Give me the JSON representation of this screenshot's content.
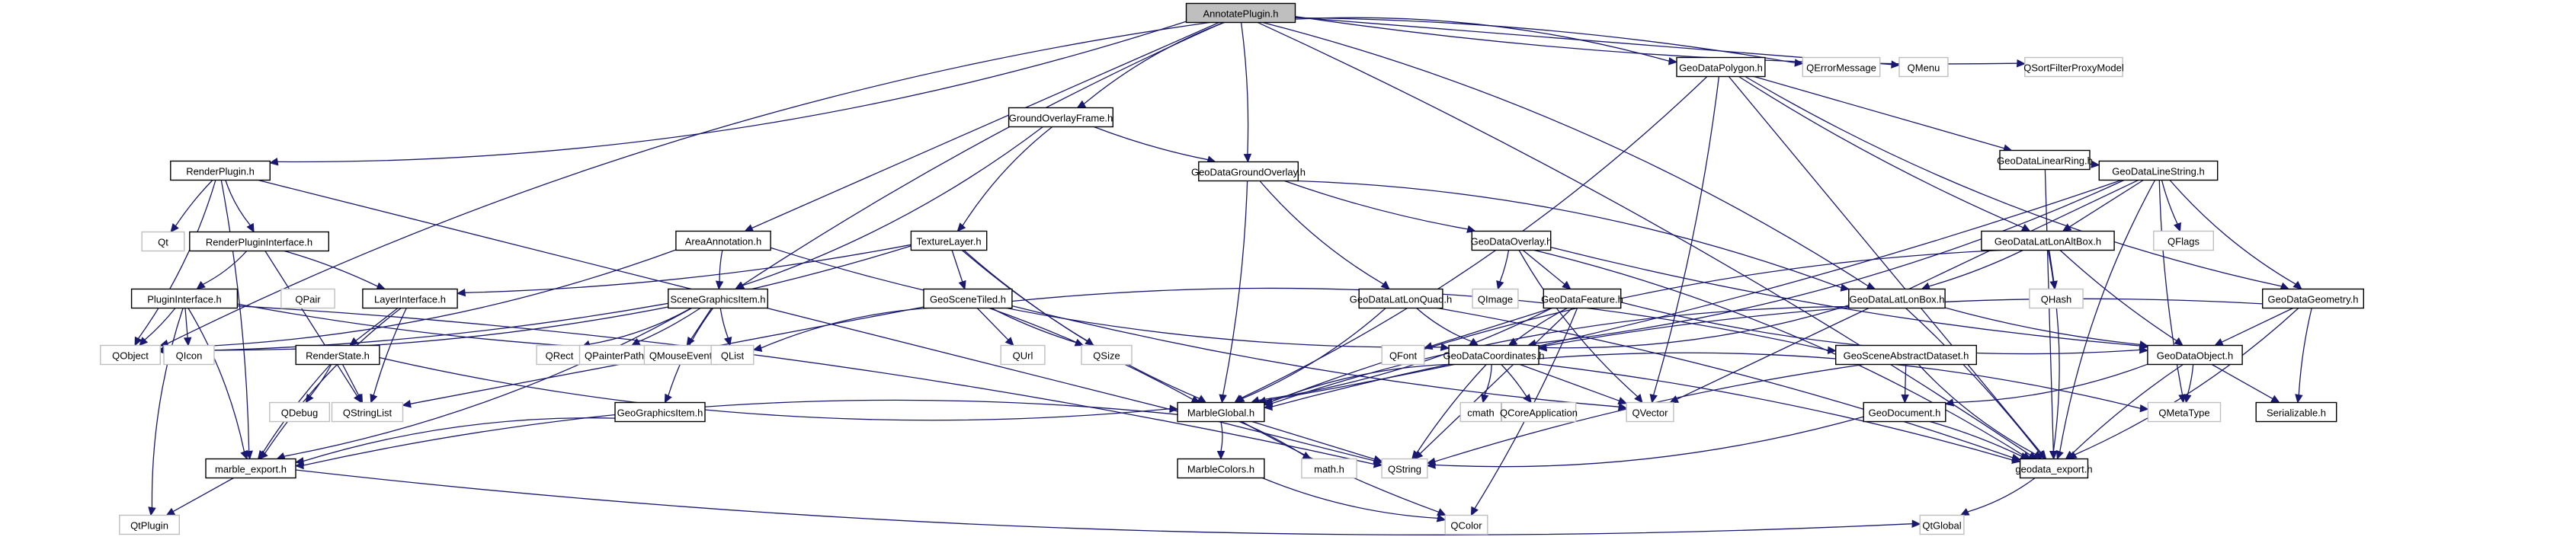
{
  "diagram": {
    "title": "AnnotatePlugin.h include dependency graph",
    "colors": {
      "edge": "#191970",
      "local_border": "#000000",
      "external_border": "#bfbfbf",
      "root_fill": "#bfbfbf"
    },
    "nodes": [
      {
        "id": "AnnotatePlugin",
        "label": "AnnotatePlugin.h",
        "kind": "root"
      },
      {
        "id": "GeoDataPolygon",
        "label": "GeoDataPolygon.h",
        "kind": "local"
      },
      {
        "id": "QErrorMessage",
        "label": "QErrorMessage",
        "kind": "external"
      },
      {
        "id": "QMenu",
        "label": "QMenu",
        "kind": "external"
      },
      {
        "id": "QSortFilterProxyModel",
        "label": "QSortFilterProxyModel",
        "kind": "external"
      },
      {
        "id": "GroundOverlayFrame",
        "label": "GroundOverlayFrame.h",
        "kind": "local"
      },
      {
        "id": "GeoDataLinearRing",
        "label": "GeoDataLinearRing.h",
        "kind": "local"
      },
      {
        "id": "RenderPlugin",
        "label": "RenderPlugin.h",
        "kind": "local"
      },
      {
        "id": "GeoDataGroundOverlay",
        "label": "GeoDataGroundOverlay.h",
        "kind": "local"
      },
      {
        "id": "GeoDataLineString",
        "label": "GeoDataLineString.h",
        "kind": "local"
      },
      {
        "id": "Qt",
        "label": "Qt",
        "kind": "external"
      },
      {
        "id": "RenderPluginInterface",
        "label": "RenderPluginInterface.h",
        "kind": "local"
      },
      {
        "id": "AreaAnnotation",
        "label": "AreaAnnotation.h",
        "kind": "local"
      },
      {
        "id": "TextureLayer",
        "label": "TextureLayer.h",
        "kind": "local"
      },
      {
        "id": "GeoDataOverlay",
        "label": "GeoDataOverlay.h",
        "kind": "local"
      },
      {
        "id": "GeoDataLatLonAltBox",
        "label": "GeoDataLatLonAltBox.h",
        "kind": "local"
      },
      {
        "id": "QFlags",
        "label": "QFlags",
        "kind": "external"
      },
      {
        "id": "PluginInterface",
        "label": "PluginInterface.h",
        "kind": "local"
      },
      {
        "id": "QPair",
        "label": "QPair",
        "kind": "external"
      },
      {
        "id": "LayerInterface",
        "label": "LayerInterface.h",
        "kind": "local"
      },
      {
        "id": "SceneGraphicsItem",
        "label": "SceneGraphicsItem.h",
        "kind": "local"
      },
      {
        "id": "GeoSceneTiled",
        "label": "GeoSceneTiled.h",
        "kind": "local"
      },
      {
        "id": "GeoDataLatLonQuad",
        "label": "GeoDataLatLonQuad.h",
        "kind": "local"
      },
      {
        "id": "QImage",
        "label": "QImage",
        "kind": "external"
      },
      {
        "id": "GeoDataFeature",
        "label": "GeoDataFeature.h",
        "kind": "local"
      },
      {
        "id": "GeoDataLatLonBox",
        "label": "GeoDataLatLonBox.h",
        "kind": "local"
      },
      {
        "id": "QHash",
        "label": "QHash",
        "kind": "external"
      },
      {
        "id": "GeoDataGeometry",
        "label": "GeoDataGeometry.h",
        "kind": "local"
      },
      {
        "id": "QObject",
        "label": "QObject",
        "kind": "external"
      },
      {
        "id": "QIcon",
        "label": "QIcon",
        "kind": "external"
      },
      {
        "id": "RenderState",
        "label": "RenderState.h",
        "kind": "local"
      },
      {
        "id": "QRect",
        "label": "QRect",
        "kind": "external"
      },
      {
        "id": "QPainterPath",
        "label": "QPainterPath",
        "kind": "external"
      },
      {
        "id": "QMouseEvent",
        "label": "QMouseEvent",
        "kind": "external"
      },
      {
        "id": "QList",
        "label": "QList",
        "kind": "external"
      },
      {
        "id": "QUrl",
        "label": "QUrl",
        "kind": "external"
      },
      {
        "id": "QSize",
        "label": "QSize",
        "kind": "external"
      },
      {
        "id": "QFont",
        "label": "QFont",
        "kind": "external"
      },
      {
        "id": "GeoDataCoordinates",
        "label": "GeoDataCoordinates.h",
        "kind": "local"
      },
      {
        "id": "GeoSceneAbstractDataset",
        "label": "GeoSceneAbstractDataset.h",
        "kind": "local"
      },
      {
        "id": "GeoDataObject",
        "label": "GeoDataObject.h",
        "kind": "local"
      },
      {
        "id": "QDebug",
        "label": "QDebug",
        "kind": "external"
      },
      {
        "id": "QStringList",
        "label": "QStringList",
        "kind": "external"
      },
      {
        "id": "GeoGraphicsItem",
        "label": "GeoGraphicsItem.h",
        "kind": "local"
      },
      {
        "id": "MarbleGlobal",
        "label": "MarbleGlobal.h",
        "kind": "local"
      },
      {
        "id": "cmath",
        "label": "cmath",
        "kind": "external"
      },
      {
        "id": "QCoreApplication",
        "label": "QCoreApplication",
        "kind": "external"
      },
      {
        "id": "QVector",
        "label": "QVector",
        "kind": "external"
      },
      {
        "id": "GeoDocument",
        "label": "GeoDocument.h",
        "kind": "local"
      },
      {
        "id": "QMetaType",
        "label": "QMetaType",
        "kind": "external"
      },
      {
        "id": "Serializable",
        "label": "Serializable.h",
        "kind": "local"
      },
      {
        "id": "marble_export",
        "label": "marble_export.h",
        "kind": "local"
      },
      {
        "id": "MarbleColors",
        "label": "MarbleColors.h",
        "kind": "local"
      },
      {
        "id": "mathh",
        "label": "math.h",
        "kind": "external"
      },
      {
        "id": "QString",
        "label": "QString",
        "kind": "external"
      },
      {
        "id": "geodata_export",
        "label": "geodata_export.h",
        "kind": "local"
      },
      {
        "id": "QtPlugin",
        "label": "QtPlugin",
        "kind": "external"
      },
      {
        "id": "QColor",
        "label": "QColor",
        "kind": "external"
      },
      {
        "id": "QtGlobal",
        "label": "QtGlobal",
        "kind": "external"
      }
    ],
    "edges": [
      [
        "AnnotatePlugin",
        "GeoDataPolygon"
      ],
      [
        "AnnotatePlugin",
        "QErrorMessage"
      ],
      [
        "AnnotatePlugin",
        "QMenu"
      ],
      [
        "AnnotatePlugin",
        "QSortFilterProxyModel"
      ],
      [
        "AnnotatePlugin",
        "GroundOverlayFrame"
      ],
      [
        "AnnotatePlugin",
        "RenderPlugin"
      ],
      [
        "AnnotatePlugin",
        "GeoDataGroundOverlay"
      ],
      [
        "AnnotatePlugin",
        "AreaAnnotation"
      ],
      [
        "AnnotatePlugin",
        "SceneGraphicsItem"
      ],
      [
        "AnnotatePlugin",
        "QObject"
      ],
      [
        "AnnotatePlugin",
        "GeoDataLatLonBox"
      ],
      [
        "AnnotatePlugin",
        "geodata_export"
      ],
      [
        "GeoDataPolygon",
        "GeoDataLinearRing"
      ],
      [
        "GeoDataPolygon",
        "GeoDataLatLonAltBox"
      ],
      [
        "GeoDataPolygon",
        "GeoDataGeometry"
      ],
      [
        "GeoDataPolygon",
        "MarbleGlobal"
      ],
      [
        "GeoDataPolygon",
        "QVector"
      ],
      [
        "GeoDataPolygon",
        "geodata_export"
      ],
      [
        "GroundOverlayFrame",
        "GeoDataGroundOverlay"
      ],
      [
        "GroundOverlayFrame",
        "TextureLayer"
      ],
      [
        "GroundOverlayFrame",
        "SceneGraphicsItem"
      ],
      [
        "GeoDataLinearRing",
        "GeoDataLineString"
      ],
      [
        "GeoDataLinearRing",
        "geodata_export"
      ],
      [
        "RenderPlugin",
        "Qt"
      ],
      [
        "RenderPlugin",
        "RenderPluginInterface"
      ],
      [
        "RenderPlugin",
        "QObject"
      ],
      [
        "RenderPlugin",
        "marble_export"
      ],
      [
        "RenderPlugin",
        "QString"
      ],
      [
        "GeoDataGroundOverlay",
        "GeoDataOverlay"
      ],
      [
        "GeoDataGroundOverlay",
        "GeoDataLatLonQuad"
      ],
      [
        "GeoDataGroundOverlay",
        "GeoDataLatLonBox"
      ],
      [
        "GeoDataGroundOverlay",
        "MarbleGlobal"
      ],
      [
        "GeoDataLineString",
        "GeoDataLatLonAltBox"
      ],
      [
        "GeoDataLineString",
        "QFlags"
      ],
      [
        "GeoDataLineString",
        "GeoDataGeometry"
      ],
      [
        "GeoDataLineString",
        "GeoDataCoordinates"
      ],
      [
        "GeoDataLineString",
        "MarbleGlobal"
      ],
      [
        "GeoDataLineString",
        "QVector"
      ],
      [
        "GeoDataLineString",
        "QMetaType"
      ],
      [
        "GeoDataLineString",
        "geodata_export"
      ],
      [
        "RenderPluginInterface",
        "PluginInterface"
      ],
      [
        "RenderPluginInterface",
        "LayerInterface"
      ],
      [
        "RenderPluginInterface",
        "QStringList"
      ],
      [
        "AreaAnnotation",
        "SceneGraphicsItem"
      ],
      [
        "AreaAnnotation",
        "GeoDataCoordinates"
      ],
      [
        "AreaAnnotation",
        "QObject"
      ],
      [
        "TextureLayer",
        "LayerInterface"
      ],
      [
        "TextureLayer",
        "GeoSceneTiled"
      ],
      [
        "TextureLayer",
        "QSize"
      ],
      [
        "TextureLayer",
        "MarbleGlobal"
      ],
      [
        "TextureLayer",
        "QObject"
      ],
      [
        "GeoDataOverlay",
        "QImage"
      ],
      [
        "GeoDataOverlay",
        "GeoDataFeature"
      ],
      [
        "GeoDataOverlay",
        "GeoDataObject"
      ],
      [
        "GeoDataOverlay",
        "QVector"
      ],
      [
        "GeoDataOverlay",
        "geodata_export"
      ],
      [
        "GeoDataLatLonAltBox",
        "GeoDataLatLonBox"
      ],
      [
        "GeoDataLatLonAltBox",
        "QHash"
      ],
      [
        "GeoDataLatLonAltBox",
        "GeoDataObject"
      ],
      [
        "GeoDataLatLonAltBox",
        "MarbleGlobal"
      ],
      [
        "GeoDataLatLonAltBox",
        "geodata_export"
      ],
      [
        "PluginInterface",
        "QObject"
      ],
      [
        "PluginInterface",
        "QIcon"
      ],
      [
        "PluginInterface",
        "QList"
      ],
      [
        "PluginInterface",
        "QtPlugin"
      ],
      [
        "PluginInterface",
        "marble_export"
      ],
      [
        "PluginInterface",
        "QString"
      ],
      [
        "LayerInterface",
        "RenderState"
      ],
      [
        "LayerInterface",
        "QStringList"
      ],
      [
        "LayerInterface",
        "marble_export"
      ],
      [
        "SceneGraphicsItem",
        "QRect"
      ],
      [
        "SceneGraphicsItem",
        "QPainterPath"
      ],
      [
        "SceneGraphicsItem",
        "QMouseEvent"
      ],
      [
        "SceneGraphicsItem",
        "QList"
      ],
      [
        "SceneGraphicsItem",
        "GeoGraphicsItem"
      ],
      [
        "SceneGraphicsItem",
        "marble_export"
      ],
      [
        "SceneGraphicsItem",
        "QObject"
      ],
      [
        "GeoSceneTiled",
        "QUrl"
      ],
      [
        "GeoSceneTiled",
        "QSize"
      ],
      [
        "GeoSceneTiled",
        "QList"
      ],
      [
        "GeoSceneTiled",
        "GeoSceneAbstractDataset"
      ],
      [
        "GeoSceneTiled",
        "MarbleGlobal"
      ],
      [
        "GeoSceneTiled",
        "QStringList"
      ],
      [
        "GeoSceneTiled",
        "QVector"
      ],
      [
        "GeoDataLatLonQuad",
        "GeoDataCoordinates"
      ],
      [
        "GeoDataLatLonQuad",
        "MarbleGlobal"
      ],
      [
        "GeoDataLatLonQuad",
        "geodata_export"
      ],
      [
        "GeoDataFeature",
        "QFont"
      ],
      [
        "GeoDataFeature",
        "GeoDataCoordinates"
      ],
      [
        "GeoDataFeature",
        "GeoDataObject"
      ],
      [
        "GeoDataFeature",
        "MarbleGlobal"
      ],
      [
        "GeoDataFeature",
        "QColor"
      ],
      [
        "GeoDataFeature",
        "QString"
      ],
      [
        "GeoDataLatLonBox",
        "GeoDataObject"
      ],
      [
        "GeoDataLatLonBox",
        "MarbleGlobal"
      ],
      [
        "GeoDataLatLonBox",
        "GeoDataCoordinates"
      ],
      [
        "GeoDataLatLonBox",
        "geodata_export"
      ],
      [
        "GeoDataGeometry",
        "GeoDataObject"
      ],
      [
        "GeoDataGeometry",
        "Serializable"
      ],
      [
        "GeoDataGeometry",
        "MarbleGlobal"
      ],
      [
        "GeoDataGeometry",
        "geodata_export"
      ],
      [
        "RenderState",
        "QDebug"
      ],
      [
        "RenderState",
        "QStringList"
      ],
      [
        "RenderState",
        "marble_export"
      ],
      [
        "RenderState",
        "MarbleGlobal"
      ],
      [
        "GeoDataCoordinates",
        "cmath"
      ],
      [
        "GeoDataCoordinates",
        "QCoreApplication"
      ],
      [
        "GeoDataCoordinates",
        "QVector"
      ],
      [
        "GeoDataCoordinates",
        "QString"
      ],
      [
        "GeoDataCoordinates",
        "MarbleGlobal"
      ],
      [
        "GeoDataCoordinates",
        "QMetaType"
      ],
      [
        "GeoDataCoordinates",
        "geodata_export"
      ],
      [
        "GeoSceneAbstractDataset",
        "GeoDocument"
      ],
      [
        "GeoSceneAbstractDataset",
        "QString"
      ],
      [
        "GeoSceneAbstractDataset",
        "geodata_export"
      ],
      [
        "GeoDataObject",
        "GeoDocument"
      ],
      [
        "GeoDataObject",
        "QMetaType"
      ],
      [
        "GeoDataObject",
        "Serializable"
      ],
      [
        "GeoDataObject",
        "geodata_export"
      ],
      [
        "GeoGraphicsItem",
        "marble_export"
      ],
      [
        "MarbleGlobal",
        "MarbleColors"
      ],
      [
        "MarbleGlobal",
        "mathh"
      ],
      [
        "MarbleGlobal",
        "QString"
      ],
      [
        "MarbleGlobal",
        "QColor"
      ],
      [
        "MarbleGlobal",
        "marble_export"
      ],
      [
        "GeoDocument",
        "QString"
      ],
      [
        "GeoDocument",
        "geodata_export"
      ],
      [
        "marble_export",
        "QtPlugin"
      ],
      [
        "marble_export",
        "QtGlobal"
      ],
      [
        "MarbleColors",
        "QColor"
      ],
      [
        "geodata_export",
        "QtGlobal"
      ]
    ]
  }
}
